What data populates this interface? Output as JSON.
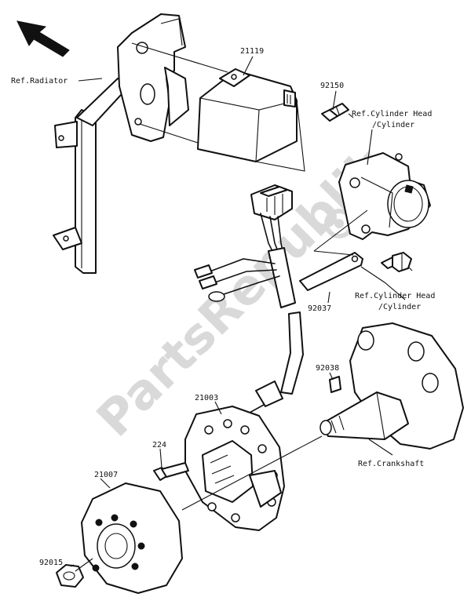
{
  "watermark": {
    "text": "PartsRepublik",
    "color": "#d9d9d9"
  },
  "labels": {
    "ref_radiator": "Ref.Radiator",
    "part_21119": "21119",
    "part_92150": "92150",
    "ref_cyl_head_1_a": "Ref.Cylinder Head",
    "ref_cyl_head_1_b": "/Cylinder",
    "ref_cyl_head_2_a": "Ref.Cylinder Head",
    "ref_cyl_head_2_b": "/Cylinder",
    "part_92037": "92037",
    "part_92038": "92038",
    "part_21003": "21003",
    "part_224": "224",
    "part_21007": "21007",
    "part_92015": "92015",
    "ref_crankshaft": "Ref.Crankshaft"
  },
  "icons": {
    "front_arrow": "front-direction-arrow",
    "gear_watermark": "gear-logo"
  }
}
